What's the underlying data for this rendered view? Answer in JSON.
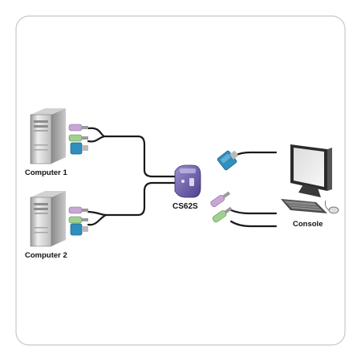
{
  "diagram": {
    "device_label": "CS62S",
    "computer_1_label": "Computer 1",
    "computer_2_label": "Computer 2",
    "console_label": "Console"
  },
  "colors": {
    "frame_border": "#c8c8c8",
    "cable": "#1a1a1a",
    "tower_light": "#e9e9e9",
    "tower_dark": "#9a9a9a",
    "ps2_purple": "#c9a6d6",
    "ps2_green": "#9fd08f",
    "vga_blue": "#2f8fbf",
    "switch_body": "#7c6bb5",
    "monitor_dark": "#2b2b2b"
  }
}
